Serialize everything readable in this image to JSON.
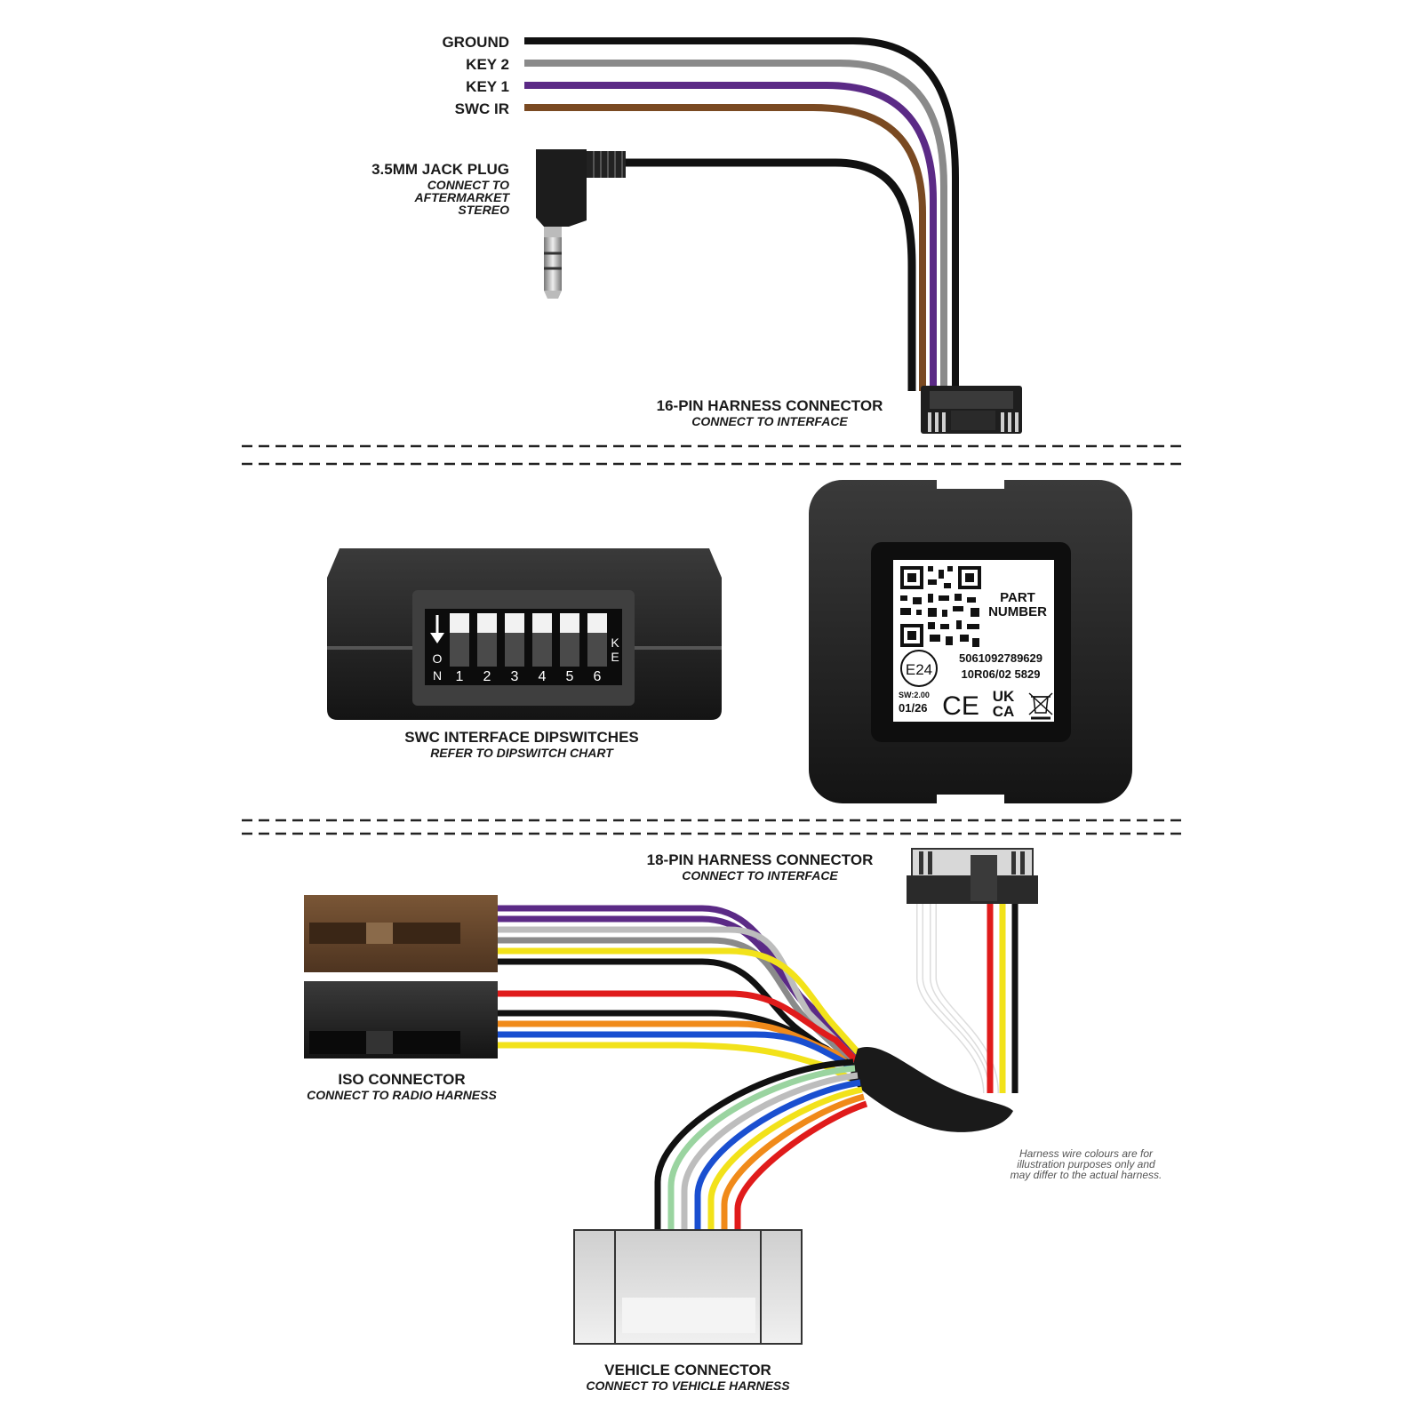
{
  "wire_labels": {
    "ground": "GROUND",
    "key2": "KEY 2",
    "key1": "KEY 1",
    "swc_ir": "SWC IR"
  },
  "jack": {
    "title": "3.5MM JACK PLUG",
    "sub1": "CONNECT TO",
    "sub2": "AFTERMARKET",
    "sub3": "STEREO"
  },
  "pin16": {
    "title": "16-PIN HARNESS CONNECTOR",
    "sub": "CONNECT TO INTERFACE"
  },
  "dipswitch": {
    "title": "SWC INTERFACE DIPSWITCHES",
    "sub": "REFER TO DIPSWITCH CHART",
    "on_o": "O",
    "on_n": "N",
    "numbers": [
      "1",
      "2",
      "3",
      "4",
      "5",
      "6"
    ],
    "ke_k": "K",
    "ke_e": "E"
  },
  "module_label": {
    "part1": "PART",
    "part2": "NUMBER",
    "barcode": "5061092789629",
    "approval": "10R06/02 5829",
    "emark": "E24",
    "sw": "SW:2.00",
    "date": "01/26",
    "ce": "CE",
    "uk": "UK",
    "ca": "CA"
  },
  "pin18": {
    "title": "18-PIN HARNESS CONNECTOR",
    "sub": "CONNECT TO INTERFACE"
  },
  "iso": {
    "title": "ISO CONNECTOR",
    "sub": "CONNECT TO RADIO HARNESS"
  },
  "vehicle": {
    "title": "VEHICLE CONNECTOR",
    "sub": "CONNECT TO VEHICLE HARNESS"
  },
  "disclaimer": {
    "line1": "Harness wire colours are for",
    "line2": "illustration purposes only and",
    "line3": "may differ to the actual harness."
  },
  "colors": {
    "black": "#111111",
    "grey": "#8a8a8a",
    "purple": "#5b2a86",
    "brown": "#7a4a22",
    "white": "#ffffff",
    "red": "#e01b1b",
    "yellow": "#f2e21a",
    "orange": "#f08a1a",
    "blue": "#1a4fd0",
    "green": "#9ad4a0",
    "iso_brown": "#6b4a2e",
    "module": "#2b2b2b"
  }
}
